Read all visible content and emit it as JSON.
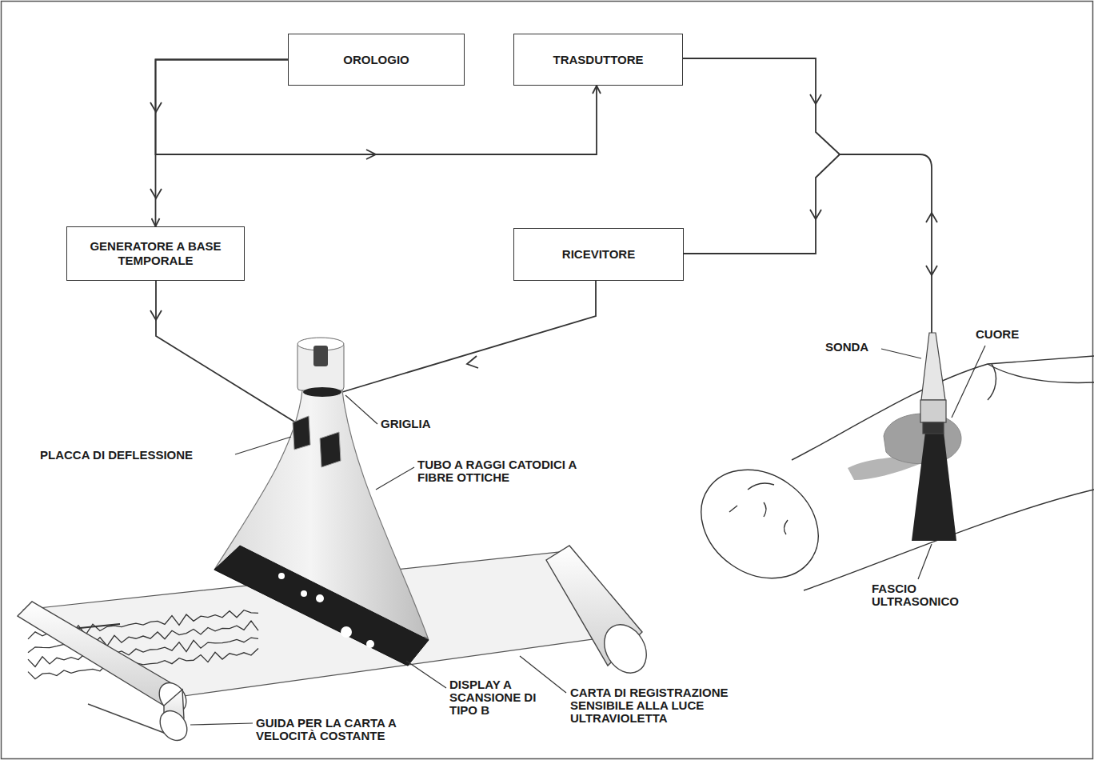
{
  "diagram": {
    "nodes": [
      {
        "text": [
          "OROLOGIO"
        ]
      },
      {
        "text": [
          "TRASDUTTORE"
        ]
      },
      {
        "text": [
          "GENERATORE A BASE TEMPORALE"
        ]
      },
      {
        "text": [
          "RICEVITORE"
        ]
      }
    ],
    "edges": [
      {
        "from": 0,
        "to": 2,
        "arrow": "to"
      },
      {
        "from": 0,
        "to": 1,
        "arrow": "to"
      }
    ],
    "labels": [
      "SONDA",
      "CUORE",
      "GRIGLIA",
      "PLACCA DI DEFLESSIONE",
      "TUBO A RAGGI CATODICI A FIBRE OTTICHE",
      "FASCIO ULTRASONICO",
      "DISPLAY A SCANSIONE DI TIPO B",
      "CARTA DI REGISTRAZIONE SENSIBILE ALLA LUCE ULTRAVIOLETTA",
      "GUIDA PER LA CARTA A VELOCITÀ COSTANTE"
    ]
  }
}
